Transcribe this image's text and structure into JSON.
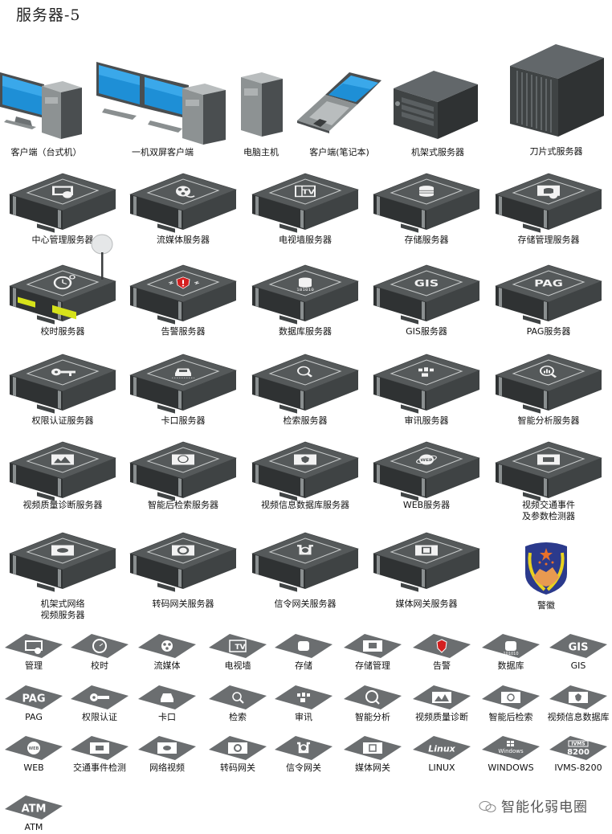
{
  "title": "服务器-5",
  "devices_row1": [
    {
      "label": "客户端（台式机）",
      "icon": "desktop-client-icon"
    },
    {
      "label": "一机双屏客户端",
      "icon": "dual-screen-client-icon"
    },
    {
      "label": "电脑主机",
      "icon": "pc-tower-icon"
    },
    {
      "label": "客户端(笔记本)",
      "icon": "laptop-client-icon"
    },
    {
      "label": "机架式服务器",
      "icon": "rack-server-icon"
    },
    {
      "label": "刀片式服务器",
      "icon": "blade-server-icon"
    }
  ],
  "servers": [
    {
      "label": "中心管理服务器",
      "glyph": "management"
    },
    {
      "label": "流媒体服务器",
      "glyph": "film-reel"
    },
    {
      "label": "电视墙服务器",
      "glyph": "tv-wall"
    },
    {
      "label": "存储服务器",
      "glyph": "storage"
    },
    {
      "label": "存储管理服务器",
      "glyph": "storage-management"
    },
    {
      "label": "校时服务器",
      "glyph": "clock"
    },
    {
      "label": "告警服务器",
      "glyph": "alarm"
    },
    {
      "label": "数据库服务器",
      "glyph": "database"
    },
    {
      "label": "GIS服务器",
      "glyph": "GIS"
    },
    {
      "label": "PAG服务器",
      "glyph": "PAG"
    },
    {
      "label": "权限认证服务器",
      "glyph": "key"
    },
    {
      "label": "卡口服务器",
      "glyph": "car"
    },
    {
      "label": "检索服务器",
      "glyph": "search"
    },
    {
      "label": "审讯服务器",
      "glyph": "interrogation"
    },
    {
      "label": "智能分析服务器",
      "glyph": "analysis"
    },
    {
      "label": "视频质量诊断服务器",
      "glyph": "video-quality"
    },
    {
      "label": "智能后检索服务器",
      "glyph": "post-search"
    },
    {
      "label": "视频信息数据库服务器",
      "glyph": "video-info-db"
    },
    {
      "label": "WEB服务器",
      "glyph": "web"
    },
    {
      "label": "视频交通事件\n及参数检测器",
      "glyph": "traffic-event",
      "line1": "视频交通事件",
      "line2": "及参数检测器"
    },
    {
      "label": "机架式网络\n视频服务器",
      "glyph": "network-video",
      "line1": "机架式网络",
      "line2": "视频服务器"
    },
    {
      "label": "转码网关服务器",
      "glyph": "transcode"
    },
    {
      "label": "信令网关服务器",
      "glyph": "signaling"
    },
    {
      "label": "媒体网关服务器",
      "glyph": "media-gateway"
    }
  ],
  "police_badge": {
    "label": "警徽",
    "colors": {
      "shield": "#2b3a8c",
      "wreath": "#e8d21f",
      "star": "#e8702a",
      "mountain": "#e89a50"
    }
  },
  "small_icons": [
    {
      "label": "管理"
    },
    {
      "label": "校时"
    },
    {
      "label": "流媒体"
    },
    {
      "label": "电视墙"
    },
    {
      "label": "存储"
    },
    {
      "label": "存储管理"
    },
    {
      "label": "告警"
    },
    {
      "label": "数据库"
    },
    {
      "label": "GIS",
      "text": "GIS"
    },
    {
      "label": "PAG",
      "text": "PAG"
    },
    {
      "label": "权限认证"
    },
    {
      "label": "卡口"
    },
    {
      "label": "检索"
    },
    {
      "label": "审讯"
    },
    {
      "label": "智能分析"
    },
    {
      "label": "视频质量诊断"
    },
    {
      "label": "智能后检索"
    },
    {
      "label": "视频信息数据库"
    },
    {
      "label": "WEB",
      "text": "WEB"
    },
    {
      "label": "交通事件检测"
    },
    {
      "label": "网络视频"
    },
    {
      "label": "转码网关"
    },
    {
      "label": "信令网关"
    },
    {
      "label": "媒体网关"
    },
    {
      "label": "LINUX",
      "text": "Linux"
    },
    {
      "label": "WINDOWS",
      "text": "Windows"
    },
    {
      "label": "IVMS-8200",
      "text": "IVMS",
      "text2": "8200"
    },
    {
      "label": "ATM",
      "text": "ATM"
    }
  ],
  "watermark": "智能化弱电圈",
  "colors": {
    "server_top": "#55595a",
    "server_front": "#2f3233",
    "diamond": "#6b6e70",
    "screen_blue": "#1e8fd6",
    "alarm_red": "#d42020",
    "time_yellow": "#d6e21a"
  }
}
